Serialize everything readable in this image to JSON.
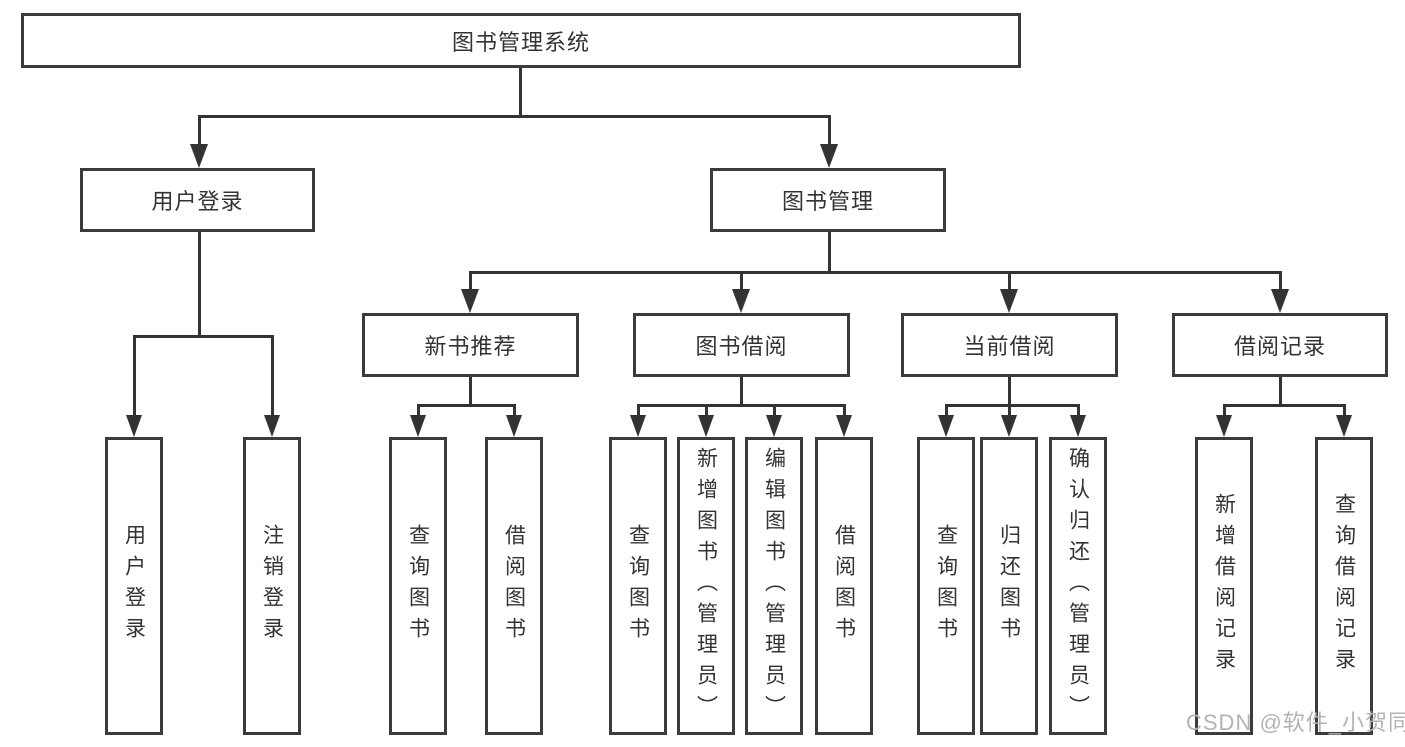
{
  "diagram": {
    "title": "图书管理系统",
    "type": "hierarchy-tree",
    "colors": {
      "line": "#333333",
      "box_border": "#3b3b3b",
      "text": "#333333",
      "background": "#ffffff",
      "watermark_text": "#b3b3b3"
    },
    "watermark": "CSDN @软件_小贺同学"
  },
  "nodes": {
    "root": "图书管理系统",
    "userLogin": "用户登录",
    "bookMgmt": "图书管理",
    "newBooks": "新书推荐",
    "bookBorrow": "图书借阅",
    "currentBorrow": "当前借阅",
    "borrowRecords": "借阅记录",
    "leaves": {
      "g1": [
        "用户登录",
        "注销登录"
      ],
      "g2": [
        "查询图书",
        "借阅图书"
      ],
      "g3": [
        "查询图书",
        "新增图书（管理员）",
        "编辑图书（管理员）",
        "借阅图书"
      ],
      "g4": [
        "查询图书",
        "归还图书",
        "确认归还（管理员）"
      ],
      "g5": [
        "新增借阅记录",
        "查询借阅记录"
      ]
    }
  }
}
